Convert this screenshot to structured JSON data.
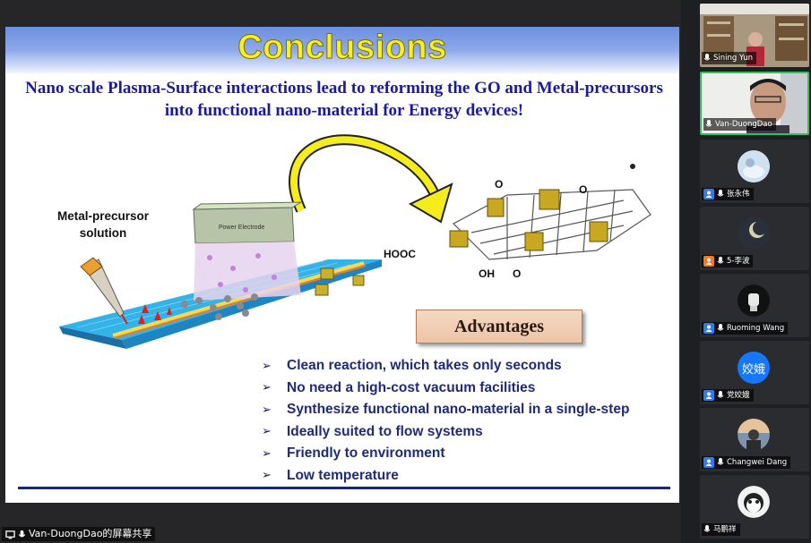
{
  "slide": {
    "title": "Conclusions",
    "subtitle": "Nano scale Plasma-Surface interactions lead to reforming the GO and Metal-precursors into functional nano-material for Energy devices!",
    "label_precursor": "Metal-precursor solution",
    "electrode_label": "Power Electrode",
    "chem_hooc": "HOOC",
    "chem_oh": "OH",
    "chem_o": "O",
    "advantages_title": "Advantages",
    "bullet_mark": "➢",
    "advantages": [
      "Clean reaction, which takes only seconds",
      "No need a high-cost vacuum facilities",
      "Synthesize functional nano-material in a single-step",
      "Ideally suited to flow systems",
      "Friendly to environment",
      "Low temperature"
    ]
  },
  "screen_share": {
    "label": "Van-DuongDao的屏幕共享"
  },
  "participants": [
    {
      "name": "Sining Yun",
      "kind": "video"
    },
    {
      "name": "Van-DuongDao",
      "kind": "video",
      "active": true
    },
    {
      "name": "张永伟",
      "kind": "avatar",
      "host_badge": "blue"
    },
    {
      "name": "5-李波",
      "kind": "avatar",
      "host_badge": "orange"
    },
    {
      "name": "Ruoming Wang",
      "kind": "avatar",
      "host_badge": "blue"
    },
    {
      "name": "党姣娥",
      "kind": "text-avatar",
      "avatar_text": "姣娥",
      "host_badge": "blue"
    },
    {
      "name": "Changwei Dang",
      "kind": "avatar",
      "host_badge": "blue"
    },
    {
      "name": "马鹏祥",
      "kind": "avatar"
    }
  ],
  "colors": {
    "title": "#f6ef2a",
    "subtitle": "#1a1aa0",
    "bullets": "#1f2a7a",
    "active_border": "#2fc25b",
    "host_badge": "#2e7bf0"
  }
}
